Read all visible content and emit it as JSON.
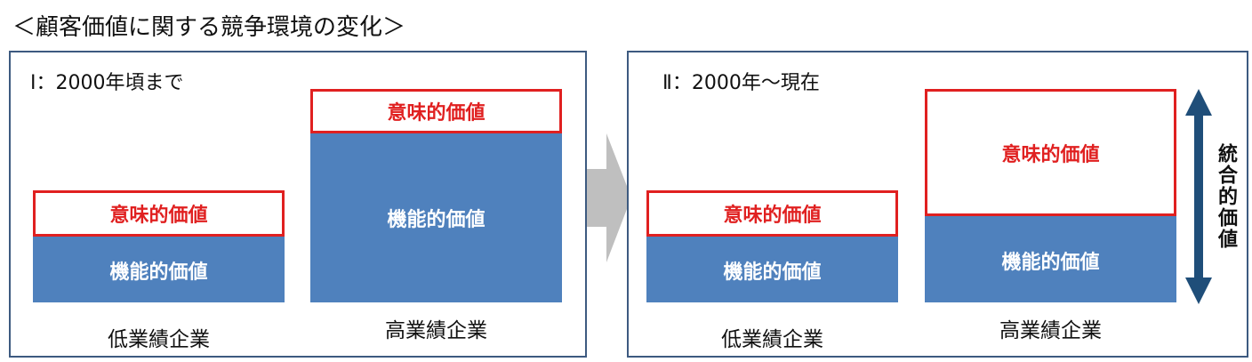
{
  "title": "＜顧客価値に関する競争環境の変化＞",
  "panels": [
    {
      "label": "Ⅰ：2000年頃まで",
      "low": {
        "semantic": "意味的価値",
        "functional": "機能的価値",
        "firm": "低業績企業"
      },
      "high": {
        "semantic": "意味的価値",
        "functional": "機能的価値",
        "firm": "高業績企業"
      }
    },
    {
      "label": "Ⅱ：2000年～現在",
      "low": {
        "semantic": "意味的価値",
        "functional": "機能的価値",
        "firm": "低業績企業"
      },
      "high": {
        "semantic": "意味的価値",
        "functional": "機能的価値",
        "firm": "高業績企業"
      }
    }
  ],
  "integrated_label": "統合的価値",
  "colors": {
    "functional": "#4f81bd",
    "semantic_border": "#e02020",
    "panel_border": "#3d5a80",
    "transition_arrow": "#bfbfbf",
    "integrated_arrow": "#1f4e79"
  },
  "icons": {
    "transition": "right-arrow-icon",
    "integrated": "double-vertical-arrow-icon"
  }
}
